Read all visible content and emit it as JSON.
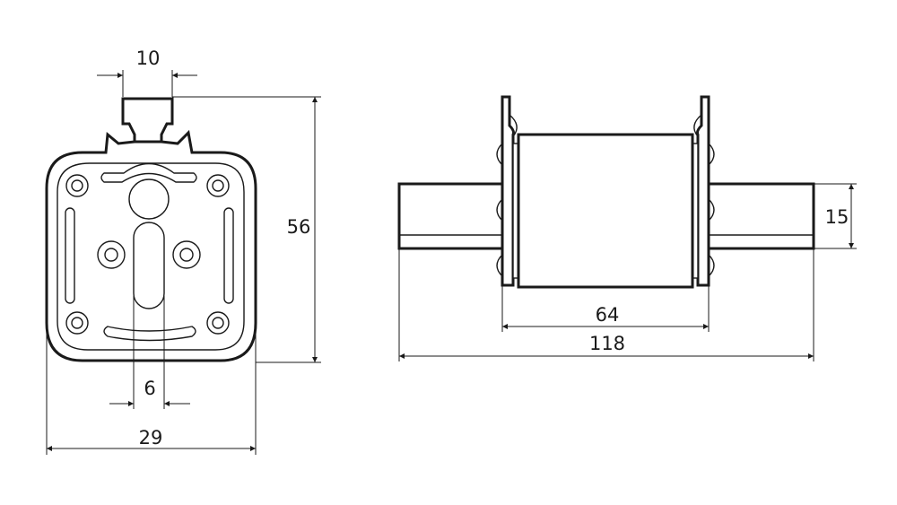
{
  "dimensions": {
    "top_width": "10",
    "height": "56",
    "slot_width": "6",
    "body_width": "29",
    "blade_thickness": "15",
    "body_length": "64",
    "overall_length": "118"
  },
  "colors": {
    "line": "#1a1a1a",
    "background": "#ffffff"
  }
}
